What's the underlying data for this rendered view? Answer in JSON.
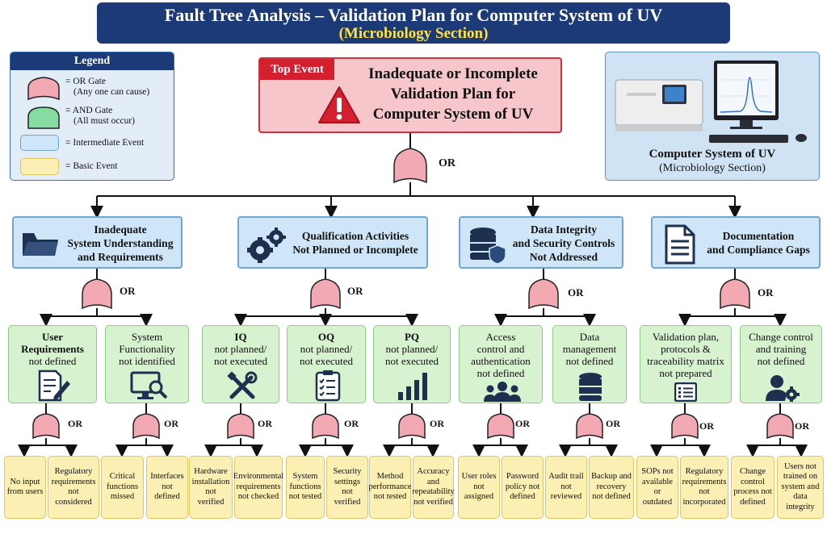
{
  "title": {
    "line1": "Fault Tree Analysis – Validation Plan for Computer System of UV",
    "line2": "(Microbiology Section)"
  },
  "legend": {
    "heading": "Legend",
    "or_gate": "= OR Gate",
    "or_gate_note": "(Any one can cause)",
    "and_gate": "= AND Gate",
    "and_gate_note": "(All must occur)",
    "intermediate": "= Intermediate Event",
    "basic": "= Basic Event"
  },
  "top_event": {
    "tag": "Top Event",
    "line1": "Inadequate or Incomplete",
    "line2": "Validation Plan for",
    "line3": "Computer System of UV"
  },
  "computer": {
    "caption_line1": "Computer System of UV",
    "caption_line2": "(Microbiology Section)"
  },
  "gate_word": "OR",
  "intermediate": [
    {
      "line1": "Inadequate",
      "line2": "System Understanding",
      "line3": "and Requirements",
      "icon": "folder-icon"
    },
    {
      "line1": "Qualification Activities",
      "line2": "Not Planned or Incomplete",
      "line3": "",
      "icon": "gears-icon"
    },
    {
      "line1": "Data Integrity",
      "line2": "and Security Controls",
      "line3": "Not Addressed",
      "icon": "database-shield-icon"
    },
    {
      "line1": "Documentation",
      "line2": "and Compliance Gaps",
      "line3": "",
      "icon": "document-icon"
    }
  ],
  "sub_events": [
    {
      "line1": "User",
      "line2": "Requirements",
      "line3": "not defined",
      "line4": "",
      "icon": "document-edit-icon"
    },
    {
      "line1": "System",
      "line2": "Functionality",
      "line3": "not identified",
      "line4": "",
      "icon": "monitor-search-icon"
    },
    {
      "line1": "IQ",
      "line2": "not planned/",
      "line3": "not executed",
      "line4": "",
      "icon": "tools-icon"
    },
    {
      "line1": "OQ",
      "line2": "not planned/",
      "line3": "not executed",
      "line4": "",
      "icon": "clipboard-checklist-icon"
    },
    {
      "line1": "PQ",
      "line2": "not planned/",
      "line3": "not executed",
      "line4": "",
      "icon": "bar-chart-icon"
    },
    {
      "line1": "Access",
      "line2": "control and",
      "line3": "authentication",
      "line4": "not defined",
      "icon": "users-icon"
    },
    {
      "line1": "Data",
      "line2": "management",
      "line3": "not defined",
      "line4": "",
      "icon": "database-icon"
    },
    {
      "line1": "Validation plan,",
      "line2": "protocols &",
      "line3": "traceability matrix",
      "line4": "not prepared",
      "icon": "checklist-icon"
    },
    {
      "line1": "Change control",
      "line2": "and training",
      "line3": "not defined",
      "line4": "",
      "icon": "user-gear-icon"
    }
  ],
  "basic_events": [
    [
      "No input from users",
      "Regulatory requirements not considered"
    ],
    [
      "Critical functions missed",
      "Interfaces not defined"
    ],
    [
      "Hardware installation not verified",
      "Environmental requirements not checked"
    ],
    [
      "System functions not tested",
      "Security settings not verified"
    ],
    [
      "Method performance not tested",
      "Accuracy and repeatability not verified"
    ],
    [
      "User roles not assigned",
      "Password policy not defined"
    ],
    [
      "Audit trail not reviewed",
      "Backup and recovery not defined"
    ],
    [
      "SOPs not available or outdated",
      "Regulatory requirements not incorporated"
    ],
    [
      "Change control process not defined",
      "Users not trained on system and data integrity"
    ]
  ],
  "colors": {
    "header": "#1d3a78",
    "subtitle": "#ffe23d",
    "top_event_fill": "#f6c6cb",
    "top_event_tag": "#d41f2e",
    "or_gate": "#f2a9b4",
    "and_gate": "#86dba0",
    "intermediate": "#cfe6f8",
    "sub_event": "#d7f2cf",
    "basic_event": "#fcefb3"
  }
}
